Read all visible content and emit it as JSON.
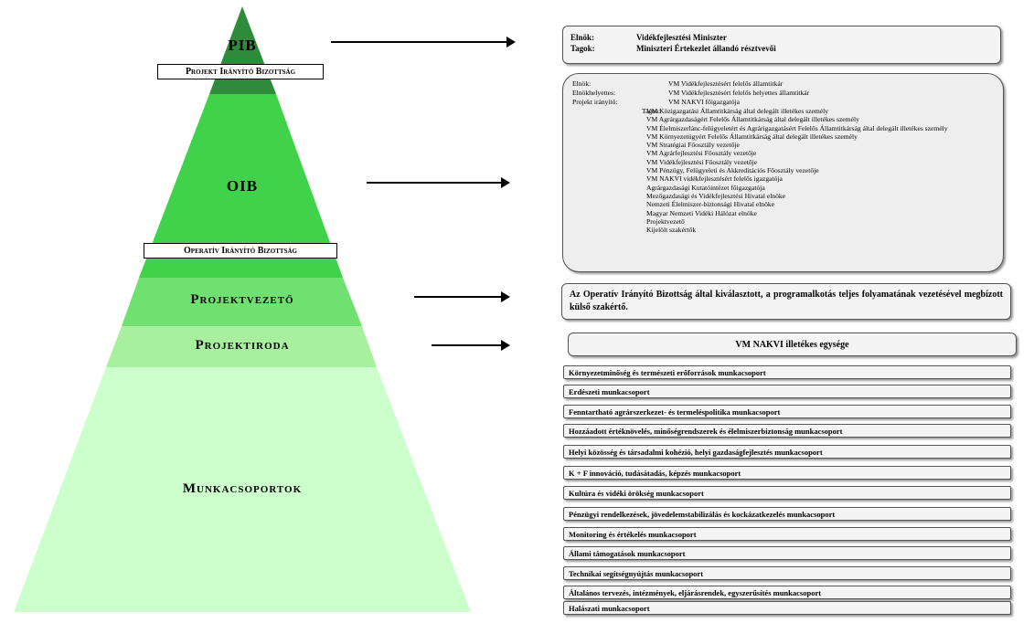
{
  "pyramid": {
    "pib": "PIB",
    "pib_committee": "Projekt Irányító Bizottság",
    "oib": "OIB",
    "oib_committee": "Operatív Irányító Bizottság",
    "projektvezeto": "Projektvezető",
    "projektiroda": "Projektiroda",
    "munkacsoportok": "Munkacsoportok",
    "colors": {
      "pib": "#2e8b3a",
      "oib": "#3fd24a",
      "projektvezeto": "#70e070",
      "projektiroda": "#a8f0a0",
      "munkacsoportok": "#ccffcc"
    }
  },
  "pib_box": {
    "rows": [
      {
        "key": "Elnök:",
        "value": "Vidékfejlesztési Miniszter"
      },
      {
        "key": "Tagok:",
        "value": "Miniszteri Értekezlet állandó résztvevői"
      }
    ]
  },
  "oib_box": {
    "rows": [
      {
        "key": "Elnök:",
        "value": "VM Vidékfejlesztésért felelős államtitkár"
      },
      {
        "key": "Elnökhelyettes:",
        "value": "VM Vidékfejlesztésért felelős helyettes államtitkár"
      },
      {
        "key": "Projekt irányító:",
        "value": "VM NAKVI főigazgatója"
      }
    ],
    "members_key": "Tagok:",
    "members": [
      "VM Közigazgatási Államtitkárság által delegált illetékes személy",
      "VM Agrárgazdaságért Felelős Államtitkárság által delegált illetékes személy",
      "VM Élelmiszerlánc-felügyeletért és Agrárigazgatásért Felelős Államtitkárság által delegált illetékes személy",
      "VM Környezetügyért Felelős Államtitkárság által delegált illetékes személy",
      "VM Stratégiai Főosztály vezetője",
      "VM Agrárfejlesztési Főosztály vezetője",
      "VM Vidékfejlesztési Főosztály vezetője",
      "VM Pénzügy, Felügyeleti és Akkreditációs Főosztály vezetője",
      "VM NAKVI vidékfejlesztésért felelős igazgatója",
      "Agrárgazdasági Kutatóintézet főigazgatója",
      "Mezőgazdasági és Vidékfejlesztési Hivatal elnöke",
      "Nemzeti Élelmiszer-biztonsági Hivatal elnöke",
      "Magyar Nemzeti Vidéki Hálózat elnöke",
      "Projektvezető",
      "Kijelölt szakértők"
    ]
  },
  "pv_box": {
    "text": "Az Operatív Irányító Bizottság által kiválasztott, a programalkotás teljes folyamatának vezetésével megbízott külső szakértő."
  },
  "pi_box": {
    "text": "VM NAKVI illetékes egysége"
  },
  "workgroups": [
    "Környezetminőség és természeti erőforrások munkacsoport",
    "Erdészeti munkacsoport",
    "Fenntartható agrárszerkezet- és termeléspolitika munkacsoport",
    "Hozzáadott értéknövelés, minőségrendszerek és élelmiszerbiztonság munkacsoport",
    "Helyi közösség és társadalmi kohézió, helyi gazdaságfejlesztés munkacsoport",
    "K + F innováció, tudásátadás, képzés munkacsoport",
    "Kultúra és vidéki örökség munkacsoport",
    "Pénzügyi rendelkezések, jövedelemstabilizálás és kockázatkezelés munkacsoport",
    "Monitoring és értékelés munkacsoport",
    "Állami támogatások munkacsoport",
    "Technikai segítségnyújtás munkacsoport",
    "Általános tervezés, intézmények, eljárásrendek, egyszerűsítés munkacsoport",
    "Halászati munkacsoport"
  ]
}
